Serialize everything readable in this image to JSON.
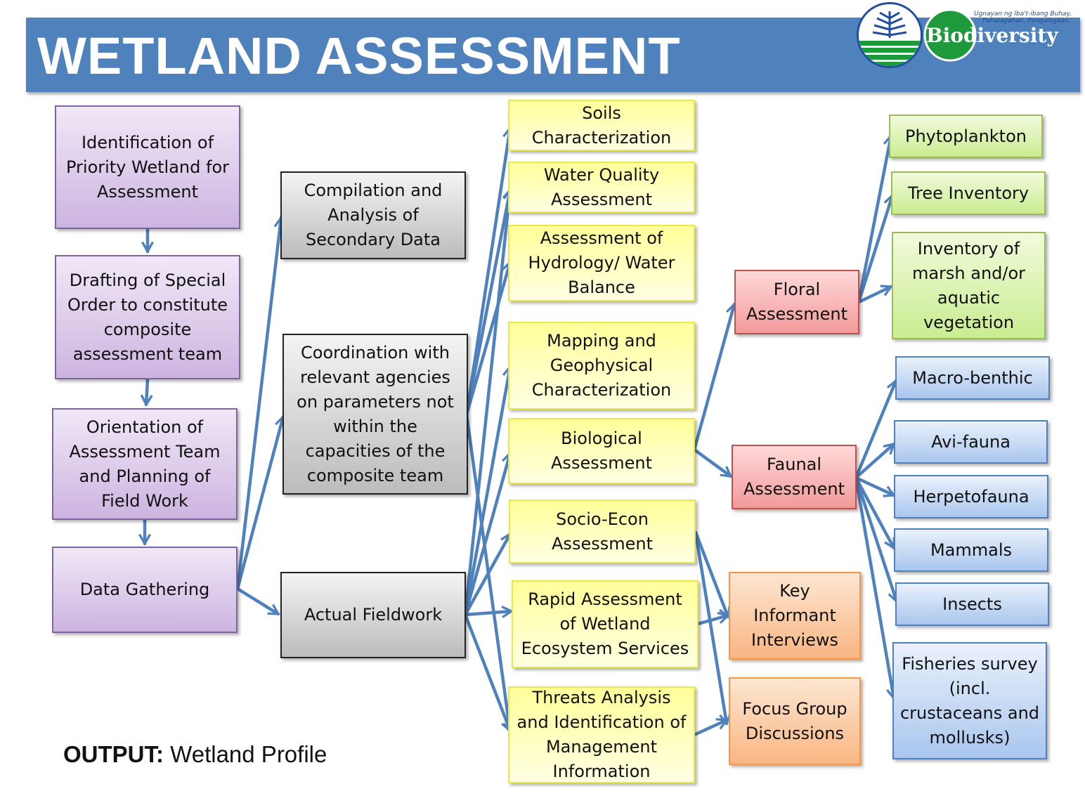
{
  "title": "WETLAND ASSESSMENT",
  "logos": {
    "biodiversity_text": "Biodiversity",
    "biodiversity_tagline": "Ugnayan ng Iba't-ibang Buhay, Pahalagahan, Pangalagaan."
  },
  "steps": {
    "identification": "Identification of Priority Wetland for Assessment",
    "drafting": "Drafting of Special Order to constitute composite assessment team",
    "orientation": "Orientation of Assessment Team and Planning of Field Work",
    "data_gathering": "Data Gathering"
  },
  "methods": {
    "compilation": "Compilation and Analysis of Secondary Data",
    "coordination": "Coordination with relevant agencies on parameters not within the capacities of the composite team",
    "fieldwork": "Actual Fieldwork"
  },
  "assessments": {
    "soils": "Soils Characterization",
    "water_quality": "Water Quality Assessment",
    "hydrology": "Assessment of Hydrology/ Water Balance",
    "mapping": "Mapping and Geophysical Characterization",
    "biological": "Biological Assessment",
    "socio_econ": "Socio-Econ Assessment",
    "rapid": "Rapid Assessment of Wetland Ecosystem Services",
    "threats": "Threats Analysis and Identification of Management Information"
  },
  "biological_branches": {
    "floral": "Floral Assessment",
    "faunal": "Faunal Assessment"
  },
  "floral_items": {
    "phytoplankton": "Phytoplankton",
    "tree_inventory": "Tree Inventory",
    "marsh": "Inventory of marsh and/or aquatic vegetation"
  },
  "faunal_items": {
    "macro_benthic": "Macro-benthic",
    "avi_fauna": "Avi-fauna",
    "herpetofauna": "Herpetofauna",
    "mammals": "Mammals",
    "insects": "Insects",
    "fisheries": "Fisheries survey (incl. crustaceans and mollusks)"
  },
  "socio_methods": {
    "kii": "Key Informant Interviews",
    "fgd": "Focus Group Discussions"
  },
  "output": {
    "label": "OUTPUT:",
    "value": "Wetland Profile"
  },
  "colors": {
    "banner": "#4f81bd",
    "arrow": "#4f81bd",
    "purple_box": "#ccb4e0",
    "gray_box": "#bcbcbc",
    "yellow_box": "#ffff9a",
    "red_box": "#f29a9a",
    "green_box": "#c9ec90",
    "blue_box": "#a9c6ee",
    "orange_box": "#f9b683"
  }
}
